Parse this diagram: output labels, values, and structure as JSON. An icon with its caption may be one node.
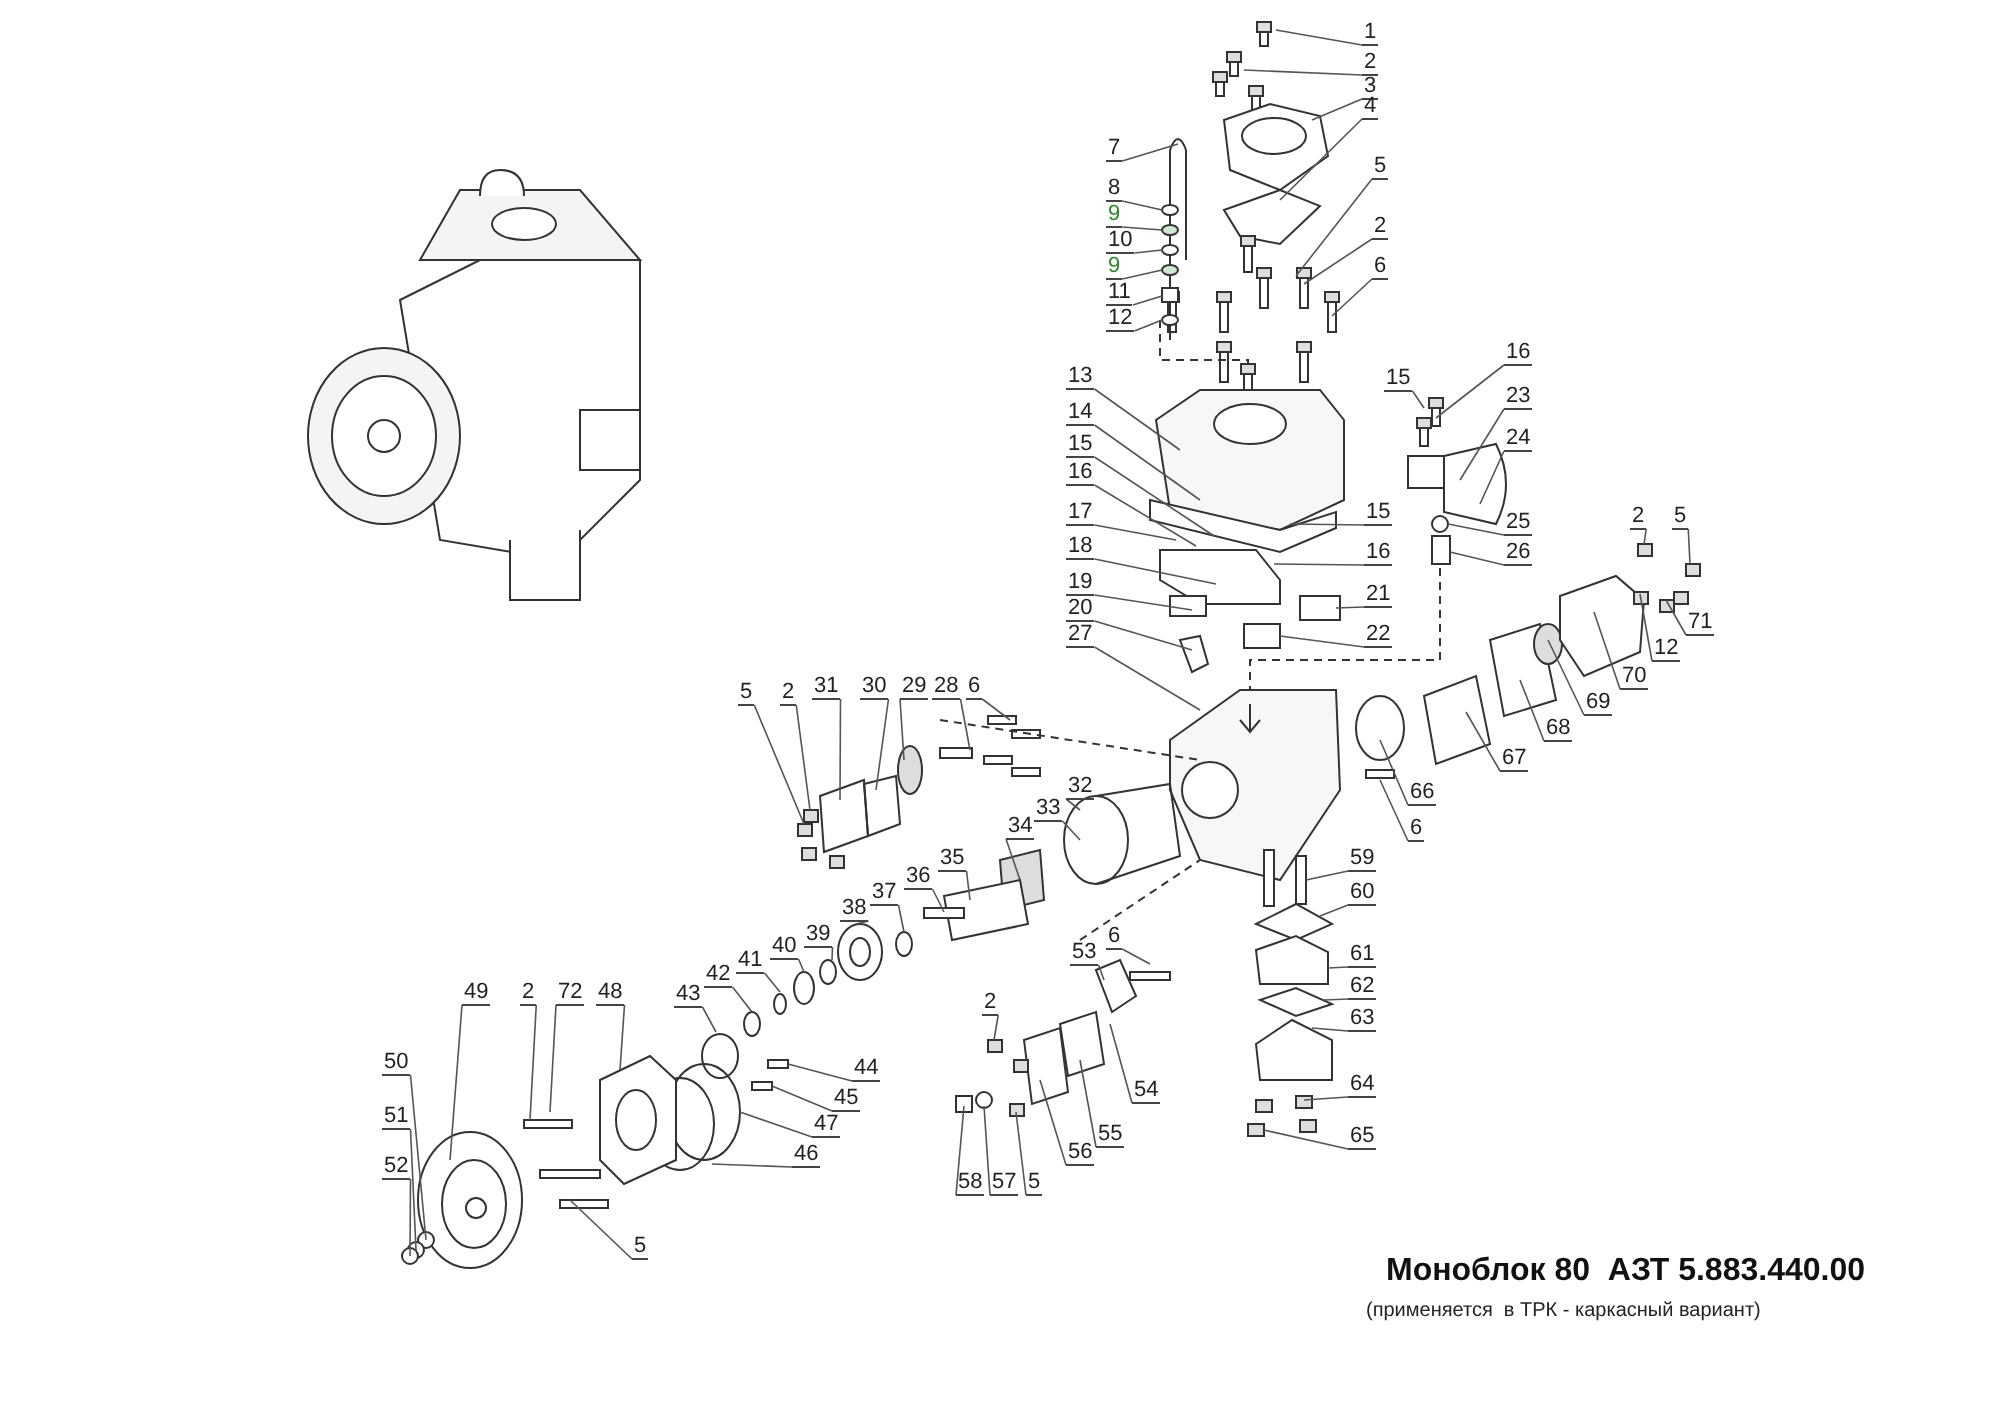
{
  "diagram": {
    "title": "Моноблок 80  АЗТ 5.883.440.00",
    "caption": "(применяется  в ТРК - каркасный вариант)",
    "nodes": [
      {
        "text": [
          "1"
        ]
      },
      {
        "text": [
          "2"
        ]
      },
      {
        "text": [
          "3"
        ]
      },
      {
        "text": [
          "4"
        ]
      },
      {
        "text": [
          "7"
        ]
      },
      {
        "text": [
          "8"
        ]
      },
      {
        "text": [
          "9"
        ]
      },
      {
        "text": [
          "10"
        ]
      },
      {
        "text": [
          "9"
        ]
      },
      {
        "text": [
          "11"
        ]
      },
      {
        "text": [
          "12"
        ]
      },
      {
        "text": [
          "5"
        ]
      },
      {
        "text": [
          "2"
        ]
      },
      {
        "text": [
          "6"
        ]
      },
      {
        "text": [
          "13"
        ]
      },
      {
        "text": [
          "14"
        ]
      },
      {
        "text": [
          "15"
        ]
      },
      {
        "text": [
          "16"
        ]
      },
      {
        "text": [
          "17"
        ]
      },
      {
        "text": [
          "18"
        ]
      },
      {
        "text": [
          "19"
        ]
      },
      {
        "text": [
          "20"
        ]
      },
      {
        "text": [
          "27"
        ]
      },
      {
        "text": [
          "15"
        ]
      },
      {
        "text": [
          "16"
        ]
      },
      {
        "text": [
          "21"
        ]
      },
      {
        "text": [
          "22"
        ]
      },
      {
        "text": [
          "15"
        ]
      },
      {
        "text": [
          "16"
        ]
      },
      {
        "text": [
          "23"
        ]
      },
      {
        "text": [
          "24"
        ]
      },
      {
        "text": [
          "25"
        ]
      },
      {
        "text": [
          "26"
        ]
      },
      {
        "text": [
          "2"
        ]
      },
      {
        "text": [
          "5"
        ]
      },
      {
        "text": [
          "12"
        ]
      },
      {
        "text": [
          "71"
        ]
      },
      {
        "text": [
          "70"
        ]
      },
      {
        "text": [
          "69"
        ]
      },
      {
        "text": [
          "68"
        ]
      },
      {
        "text": [
          "67"
        ]
      },
      {
        "text": [
          "66"
        ]
      },
      {
        "text": [
          "6"
        ]
      },
      {
        "text": [
          "59"
        ]
      },
      {
        "text": [
          "60"
        ]
      },
      {
        "text": [
          "61"
        ]
      },
      {
        "text": [
          "62"
        ]
      },
      {
        "text": [
          "63"
        ]
      },
      {
        "text": [
          "64"
        ]
      },
      {
        "text": [
          "65"
        ]
      },
      {
        "text": [
          "5"
        ]
      },
      {
        "text": [
          "2"
        ]
      },
      {
        "text": [
          "31"
        ]
      },
      {
        "text": [
          "30"
        ]
      },
      {
        "text": [
          "29"
        ]
      },
      {
        "text": [
          "28"
        ]
      },
      {
        "text": [
          "6"
        ]
      },
      {
        "text": [
          "32"
        ]
      },
      {
        "text": [
          "33"
        ]
      },
      {
        "text": [
          "34"
        ]
      },
      {
        "text": [
          "35"
        ]
      },
      {
        "text": [
          "36"
        ]
      },
      {
        "text": [
          "37"
        ]
      },
      {
        "text": [
          "38"
        ]
      },
      {
        "text": [
          "39"
        ]
      },
      {
        "text": [
          "40"
        ]
      },
      {
        "text": [
          "41"
        ]
      },
      {
        "text": [
          "42"
        ]
      },
      {
        "text": [
          "43"
        ]
      },
      {
        "text": [
          "44"
        ]
      },
      {
        "text": [
          "45"
        ]
      },
      {
        "text": [
          "47"
        ]
      },
      {
        "text": [
          "46"
        ]
      },
      {
        "text": [
          "53"
        ]
      },
      {
        "text": [
          "6"
        ]
      },
      {
        "text": [
          "54"
        ]
      },
      {
        "text": [
          "55"
        ]
      },
      {
        "text": [
          "56"
        ]
      },
      {
        "text": [
          "2"
        ]
      },
      {
        "text": [
          "5"
        ]
      },
      {
        "text": [
          "57"
        ]
      },
      {
        "text": [
          "58"
        ]
      },
      {
        "text": [
          "49"
        ]
      },
      {
        "text": [
          "2"
        ]
      },
      {
        "text": [
          "72"
        ]
      },
      {
        "text": [
          "48"
        ]
      },
      {
        "text": [
          "50"
        ]
      },
      {
        "text": [
          "51"
        ]
      },
      {
        "text": [
          "52"
        ]
      },
      {
        "text": [
          "5"
        ]
      }
    ],
    "edges": [
      {
        "from": 0,
        "to": null,
        "arrow": "none"
      },
      {
        "from": 1,
        "to": null,
        "arrow": "none"
      },
      {
        "from": 2,
        "to": null,
        "arrow": "none"
      },
      {
        "from": 3,
        "to": null,
        "arrow": "none"
      },
      {
        "from": 4,
        "to": null,
        "arrow": "none"
      },
      {
        "from": 5,
        "to": null,
        "arrow": "none"
      },
      {
        "from": 6,
        "to": null,
        "arrow": "none"
      },
      {
        "from": 7,
        "to": null,
        "arrow": "none"
      },
      {
        "from": 8,
        "to": null,
        "arrow": "none"
      },
      {
        "from": 9,
        "to": null,
        "arrow": "none"
      },
      {
        "from": 10,
        "to": null,
        "arrow": "none"
      },
      {
        "from": 11,
        "to": null,
        "arrow": "none"
      },
      {
        "from": 12,
        "to": null,
        "arrow": "none"
      },
      {
        "from": 13,
        "to": null,
        "arrow": "none"
      },
      {
        "from": 14,
        "to": null,
        "arrow": "none"
      },
      {
        "from": 15,
        "to": null,
        "arrow": "none"
      },
      {
        "from": 16,
        "to": null,
        "arrow": "none"
      },
      {
        "from": 17,
        "to": null,
        "arrow": "none"
      },
      {
        "from": 18,
        "to": null,
        "arrow": "none"
      },
      {
        "from": 19,
        "to": null,
        "arrow": "none"
      },
      {
        "from": 20,
        "to": null,
        "arrow": "none"
      },
      {
        "from": 21,
        "to": null,
        "arrow": "none"
      },
      {
        "from": 22,
        "to": null,
        "arrow": "none"
      },
      {
        "from": 23,
        "to": null,
        "arrow": "none"
      },
      {
        "from": 24,
        "to": null,
        "arrow": "none"
      },
      {
        "from": 25,
        "to": null,
        "arrow": "none"
      },
      {
        "from": 26,
        "to": null,
        "arrow": "none"
      },
      {
        "from": 27,
        "to": null,
        "arrow": "none"
      },
      {
        "from": 28,
        "to": null,
        "arrow": "none"
      },
      {
        "from": 29,
        "to": null,
        "arrow": "none"
      },
      {
        "from": 30,
        "to": null,
        "arrow": "none"
      },
      {
        "from": 31,
        "to": null,
        "arrow": "none"
      },
      {
        "from": 32,
        "to": null,
        "arrow": "none"
      },
      {
        "from": 33,
        "to": null,
        "arrow": "none"
      },
      {
        "from": 34,
        "to": null,
        "arrow": "none"
      },
      {
        "from": 35,
        "to": null,
        "arrow": "none"
      },
      {
        "from": 36,
        "to": null,
        "arrow": "none"
      },
      {
        "from": 37,
        "to": null,
        "arrow": "none"
      },
      {
        "from": 38,
        "to": null,
        "arrow": "none"
      },
      {
        "from": 39,
        "to": null,
        "arrow": "none"
      },
      {
        "from": 40,
        "to": null,
        "arrow": "none"
      },
      {
        "from": 41,
        "to": null,
        "arrow": "none"
      },
      {
        "from": 42,
        "to": null,
        "arrow": "none"
      },
      {
        "from": 43,
        "to": null,
        "arrow": "none"
      },
      {
        "from": 44,
        "to": null,
        "arrow": "none"
      },
      {
        "from": 45,
        "to": null,
        "arrow": "none"
      },
      {
        "from": 46,
        "to": null,
        "arrow": "none"
      },
      {
        "from": 47,
        "to": null,
        "arrow": "none"
      },
      {
        "from": 48,
        "to": null,
        "arrow": "none"
      },
      {
        "from": 49,
        "to": null,
        "arrow": "none"
      },
      {
        "from": 50,
        "to": null,
        "arrow": "none"
      },
      {
        "from": 51,
        "to": null,
        "arrow": "none"
      },
      {
        "from": 52,
        "to": null,
        "arrow": "none"
      },
      {
        "from": 53,
        "to": null,
        "arrow": "none"
      },
      {
        "from": 54,
        "to": null,
        "arrow": "none"
      },
      {
        "from": 55,
        "to": null,
        "arrow": "none"
      },
      {
        "from": 56,
        "to": null,
        "arrow": "none"
      },
      {
        "from": 57,
        "to": null,
        "arrow": "none"
      },
      {
        "from": 58,
        "to": null,
        "arrow": "none"
      },
      {
        "from": 59,
        "to": null,
        "arrow": "none"
      },
      {
        "from": 60,
        "to": null,
        "arrow": "none"
      },
      {
        "from": 61,
        "to": null,
        "arrow": "none"
      },
      {
        "from": 62,
        "to": null,
        "arrow": "none"
      },
      {
        "from": 63,
        "to": null,
        "arrow": "none"
      },
      {
        "from": 64,
        "to": null,
        "arrow": "none"
      },
      {
        "from": 65,
        "to": null,
        "arrow": "none"
      },
      {
        "from": 66,
        "to": null,
        "arrow": "none"
      },
      {
        "from": 67,
        "to": null,
        "arrow": "none"
      },
      {
        "from": 68,
        "to": null,
        "arrow": "none"
      },
      {
        "from": 69,
        "to": null,
        "arrow": "none"
      },
      {
        "from": 70,
        "to": null,
        "arrow": "none"
      },
      {
        "from": 71,
        "to": null,
        "arrow": "none"
      },
      {
        "from": 72,
        "to": null,
        "arrow": "none"
      },
      {
        "from": 73,
        "to": null,
        "arrow": "none"
      },
      {
        "from": 74,
        "to": null,
        "arrow": "none"
      },
      {
        "from": 75,
        "to": null,
        "arrow": "none"
      },
      {
        "from": 76,
        "to": null,
        "arrow": "none"
      },
      {
        "from": 77,
        "to": null,
        "arrow": "none"
      },
      {
        "from": 78,
        "to": null,
        "arrow": "none"
      },
      {
        "from": 79,
        "to": null,
        "arrow": "none"
      },
      {
        "from": 80,
        "to": null,
        "arrow": "none"
      },
      {
        "from": 81,
        "to": null,
        "arrow": "none"
      },
      {
        "from": 82,
        "to": null,
        "arrow": "none"
      },
      {
        "from": 83,
        "to": null,
        "arrow": "none"
      },
      {
        "from": 84,
        "to": null,
        "arrow": "none"
      },
      {
        "from": 85,
        "to": null,
        "arrow": "none"
      },
      {
        "from": 86,
        "to": null,
        "arrow": "none"
      },
      {
        "from": 87,
        "to": null,
        "arrow": "none"
      },
      {
        "from": 88,
        "to": null,
        "arrow": "none"
      },
      {
        "from": 89,
        "to": null,
        "arrow": "none"
      }
    ]
  }
}
